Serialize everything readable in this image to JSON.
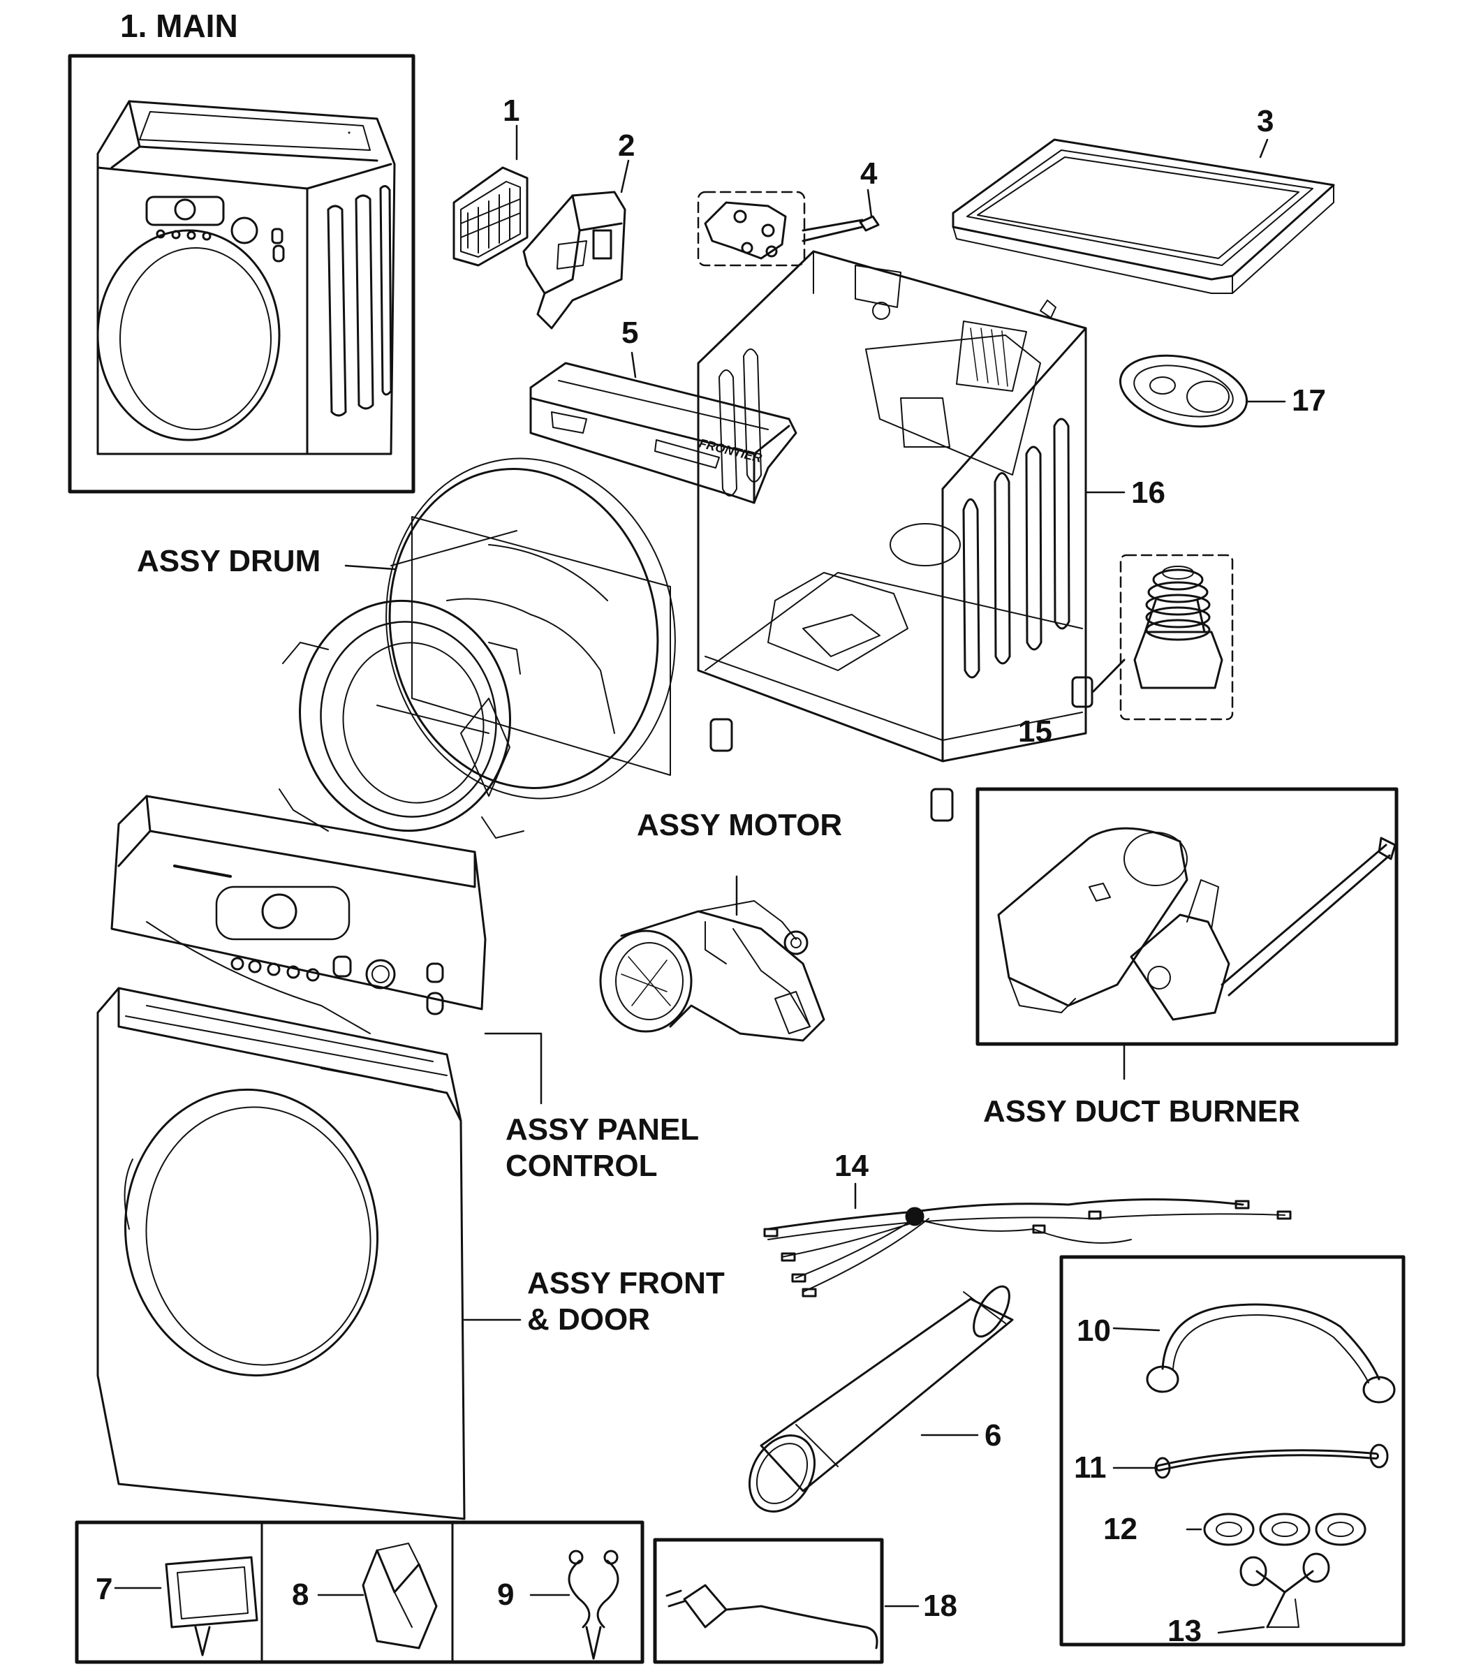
{
  "title": "1. MAIN",
  "colors": {
    "ink": "#111111",
    "paper": "#ffffff"
  },
  "part_numbers": {
    "p1": "1",
    "p2": "2",
    "p3": "3",
    "p4": "4",
    "p5": "5",
    "p6": "6",
    "p7": "7",
    "p8": "8",
    "p9": "9",
    "p10": "10",
    "p11": "11",
    "p12": "12",
    "p13": "13",
    "p14": "14",
    "p15": "15",
    "p16": "16",
    "p17": "17",
    "p18": "18"
  },
  "assemblies": {
    "drum": "ASSY DRUM",
    "motor": "ASSY MOTOR",
    "panel_control_line1": "ASSY PANEL",
    "panel_control_line2": "CONTROL",
    "front_door_line1": "ASSY FRONT",
    "front_door_line2": "& DOOR",
    "duct_burner": "ASSY DUCT BURNER"
  },
  "embedded_marks": {
    "panel_brand": "FRONTIER"
  }
}
